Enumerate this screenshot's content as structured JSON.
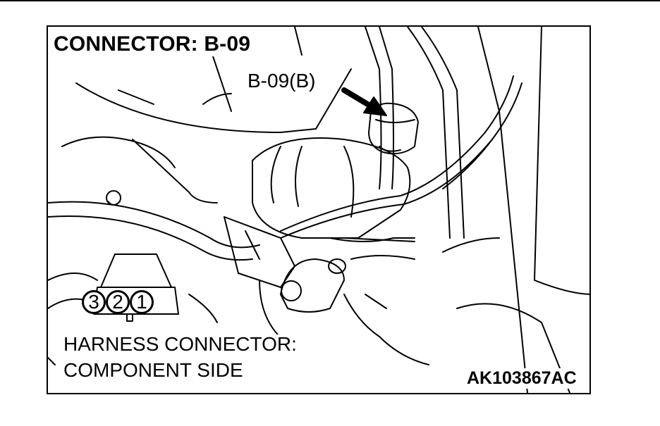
{
  "diagram": {
    "title": "CONNECTOR: B-09",
    "callout_label": "B-09(B)",
    "harness_caption_line1": "HARNESS CONNECTOR:",
    "harness_caption_line2": "COMPONENT SIDE",
    "figure_code": "AK103867AC",
    "connector_pins": [
      "3",
      "2",
      "1"
    ]
  }
}
